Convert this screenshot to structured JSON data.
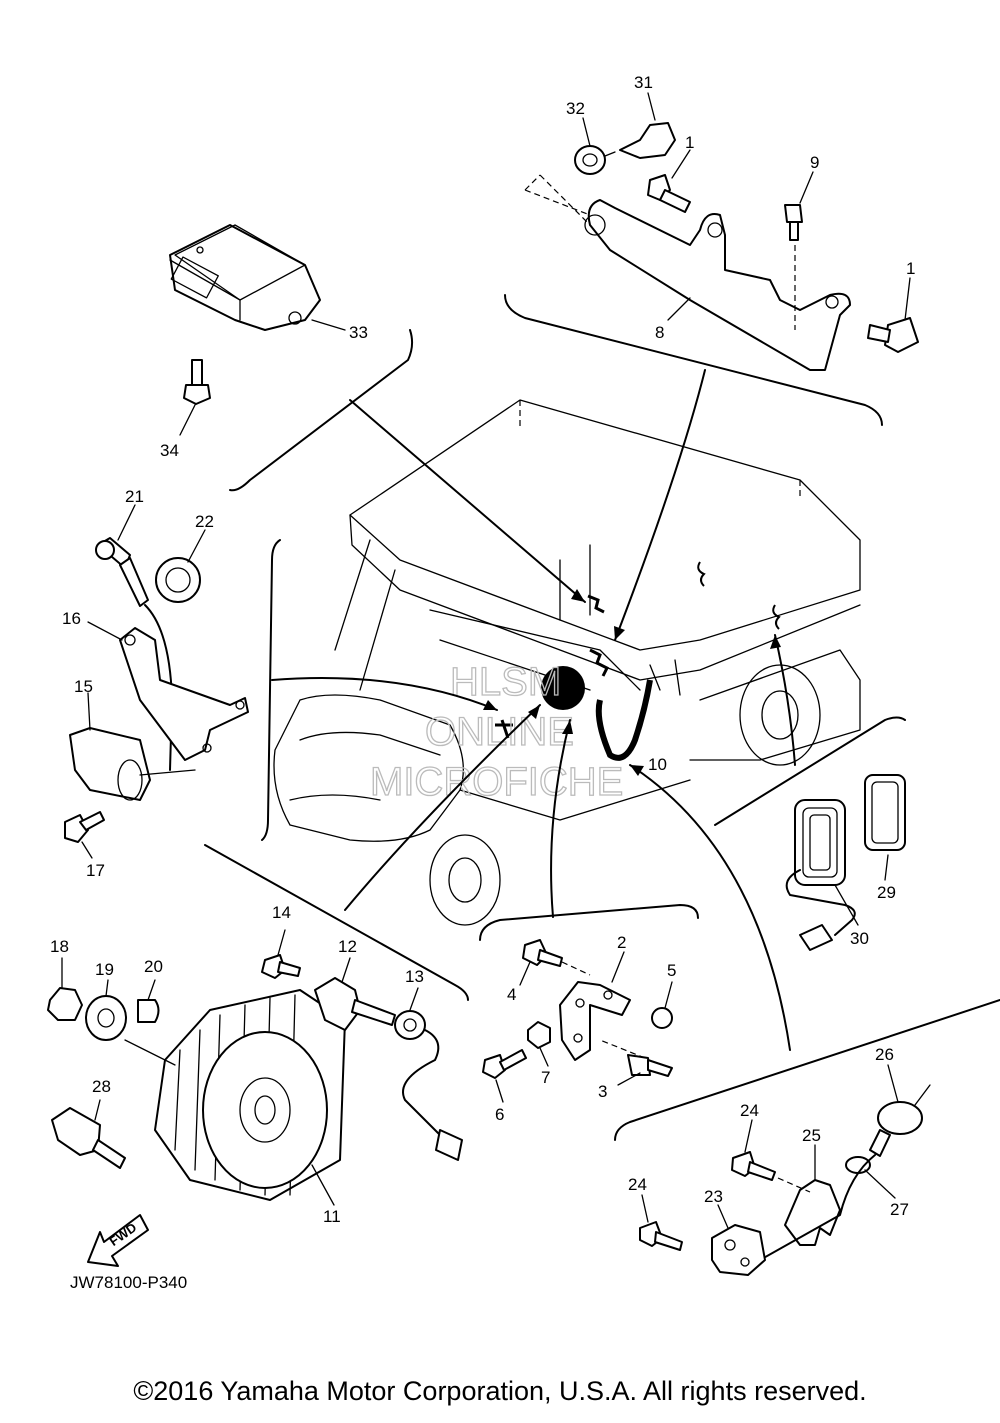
{
  "diagram": {
    "callouts": [
      {
        "id": "c31",
        "label": "31"
      },
      {
        "id": "c32",
        "label": "32"
      },
      {
        "id": "c1a",
        "label": "1"
      },
      {
        "id": "c9",
        "label": "9"
      },
      {
        "id": "c1b",
        "label": "1"
      },
      {
        "id": "c8",
        "label": "8"
      },
      {
        "id": "c33",
        "label": "33"
      },
      {
        "id": "c34",
        "label": "34"
      },
      {
        "id": "c21",
        "label": "21"
      },
      {
        "id": "c22",
        "label": "22"
      },
      {
        "id": "c16",
        "label": "16"
      },
      {
        "id": "c15",
        "label": "15"
      },
      {
        "id": "c17",
        "label": "17"
      },
      {
        "id": "c10",
        "label": "10"
      },
      {
        "id": "c29",
        "label": "29"
      },
      {
        "id": "c30",
        "label": "30"
      },
      {
        "id": "c14",
        "label": "14"
      },
      {
        "id": "c12",
        "label": "12"
      },
      {
        "id": "c13",
        "label": "13"
      },
      {
        "id": "c18",
        "label": "18"
      },
      {
        "id": "c19",
        "label": "19"
      },
      {
        "id": "c20",
        "label": "20"
      },
      {
        "id": "c28",
        "label": "28"
      },
      {
        "id": "c11",
        "label": "11"
      },
      {
        "id": "c2",
        "label": "2"
      },
      {
        "id": "c4",
        "label": "4"
      },
      {
        "id": "c5",
        "label": "5"
      },
      {
        "id": "c7",
        "label": "7"
      },
      {
        "id": "c6",
        "label": "6"
      },
      {
        "id": "c3",
        "label": "3"
      },
      {
        "id": "c26",
        "label": "26"
      },
      {
        "id": "c24a",
        "label": "24"
      },
      {
        "id": "c25",
        "label": "25"
      },
      {
        "id": "c27",
        "label": "27"
      },
      {
        "id": "c24b",
        "label": "24"
      },
      {
        "id": "c23",
        "label": "23"
      }
    ],
    "fwd_label": "FWD",
    "drawing_code": "JW78100-P340",
    "watermark": [
      "HLSM",
      "ONLINE",
      "MICROFICHE"
    ]
  },
  "footer": {
    "copyright": "©2016 Yamaha Motor Corporation, U.S.A. All rights reserved."
  }
}
